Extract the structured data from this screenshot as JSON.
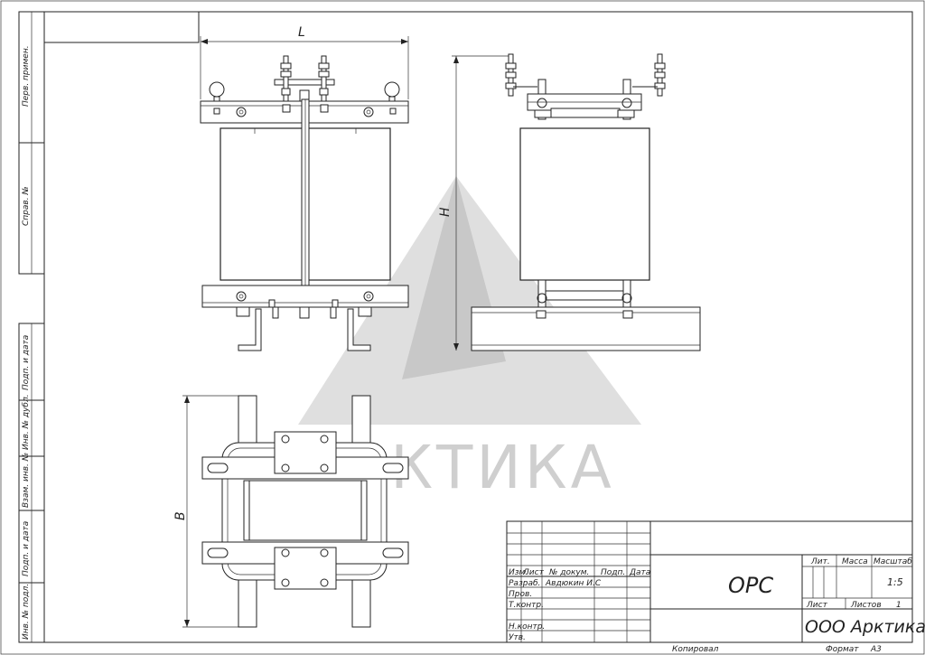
{
  "watermark": {
    "text": "АРКТИКА",
    "color": "#c8c8c8"
  },
  "side_labels": [
    "Перв. примен.",
    "Справ. №",
    "Подп. и дата",
    "Инв. № дубл.",
    "Взам. инв. №",
    "Подп. и дата",
    "Инв. № подл."
  ],
  "dimensions": {
    "length": "L",
    "height": "H",
    "width": "B"
  },
  "title_block": {
    "headers": [
      "Изм.",
      "Лист",
      "№ докум.",
      "Подп.",
      "Дата"
    ],
    "roles": [
      "Разраб.",
      "Пров.",
      "Т.контр.",
      "Н.контр.",
      "Утв."
    ],
    "developer": "Авдюкин И.С",
    "designation": "ОРС",
    "lit_label": "Лит.",
    "mass_label": "Масса",
    "scale_label": "Масштаб",
    "scale_value": "1:5",
    "sheet_label": "Лист",
    "sheets_label": "Листов",
    "sheets_value": "1",
    "company": "ООО Арктика",
    "copied_label": "Копировал",
    "format_label": "Формат",
    "format_value": "А3"
  }
}
